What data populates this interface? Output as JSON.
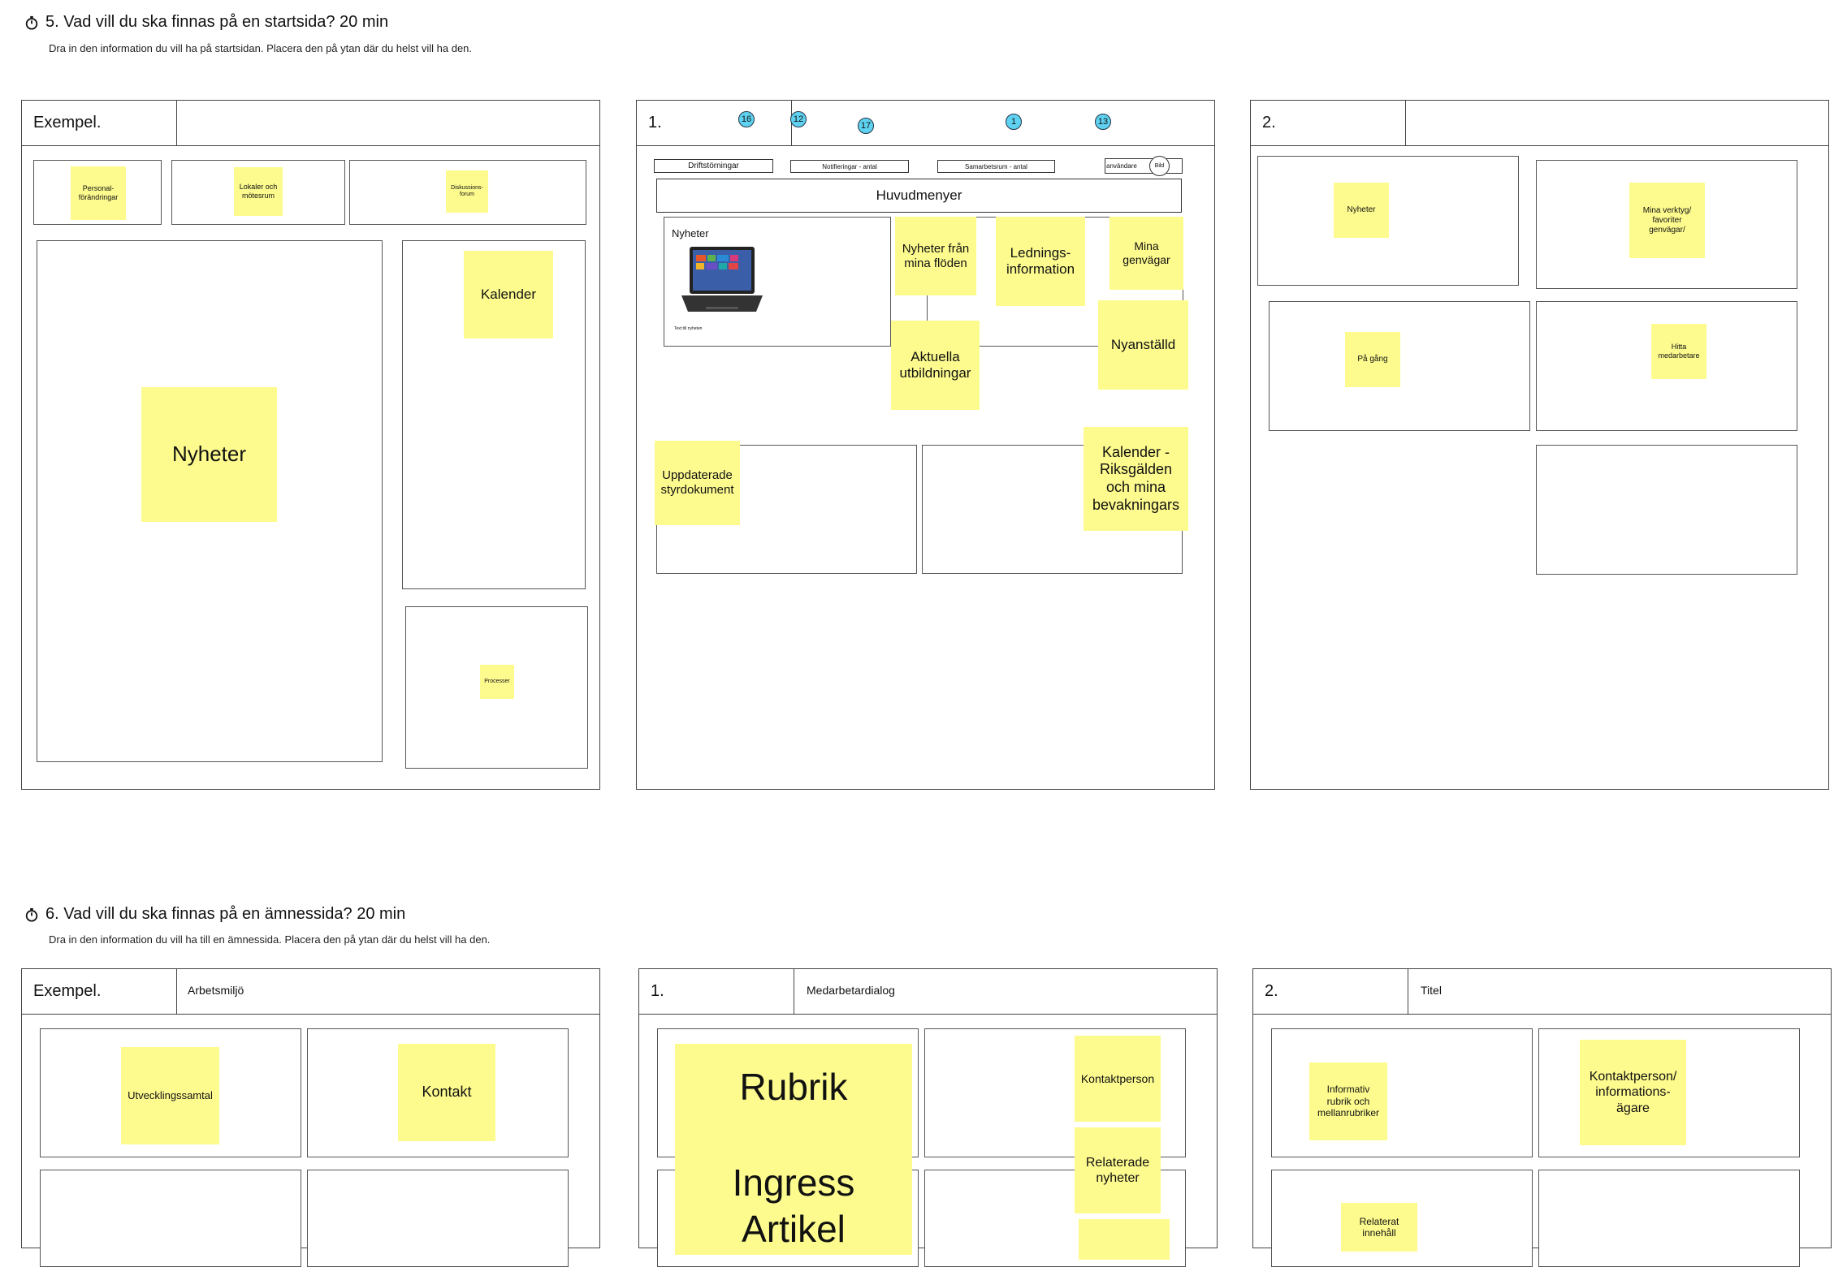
{
  "section5": {
    "title": "5. Vad vill du ska finnas på en startsida? 20 min",
    "subtitle": "Dra in den information du vill ha på startsidan. Placera den på ytan där du helst vill ha den.",
    "example": {
      "title": "Exempel.",
      "stickies": {
        "personal": "Personal-\nförändringar",
        "lokaler": "Lokaler och\nmötesrum",
        "diskussion": "Diskussions-\nforum",
        "kalender": "Kalender",
        "nyheter": "Nyheter",
        "processer": "Processer"
      }
    },
    "board1": {
      "title": "1.",
      "votes": [
        "16",
        "12",
        "17",
        "1",
        "13"
      ],
      "top_boxes": {
        "drift": "Driftstörningar",
        "notis": "Notifieringar - antal",
        "samarbete": "Samarbetsrum - antal",
        "anvandare": "användare",
        "bild": "Bild"
      },
      "menu": "Huvudmenyer",
      "news_label": "Nyheter",
      "news_caption": "Text till nyheten",
      "stickies": {
        "flode": "Nyheter från\nmina flöden",
        "ledning": "Lednings-\ninformation",
        "genvagar": "Mina\ngenvägar",
        "utbildningar": "Aktuella\nutbildningar",
        "nyanstalld": "Nyanställd",
        "styrdokument": "Uppdaterade\nstyrdokument",
        "kalender": "Kalender -\nRiksgälden\noch mina\nbevakningars"
      }
    },
    "board2": {
      "title": "2.",
      "stickies": {
        "nyheter": "Nyheter",
        "verktyg": "Mina verktyg/\nfavoriter\ngenvägar/",
        "pagang": "På gång",
        "hitta": "Hitta\nmedarbetare"
      }
    }
  },
  "section6": {
    "title": "6. Vad vill du ska finnas på en ämnessida? 20 min",
    "subtitle": "Dra in den information du vill ha till en ämnessida. Placera den på ytan där du helst vill ha den.",
    "example": {
      "title": "Exempel.",
      "header_field": "Arbetsmiljö",
      "stickies": {
        "utveckling": "Utvecklingssamtal",
        "kontakt": "Kontakt"
      }
    },
    "board1": {
      "title": "1.",
      "header_field": "Medarbetardialog",
      "stickies": {
        "rubrik": "Rubrik",
        "ingress": "Ingress\nArtikel",
        "kontaktperson": "Kontaktperson",
        "relaterade": "Relaterade\nnyheter"
      }
    },
    "board2": {
      "title": "2.",
      "header_field": "Titel",
      "stickies": {
        "informativ": "Informativ\nrubrik och\nmellanrubriker",
        "kontaktperson": "Kontaktperson/\ninformations-\nägare",
        "relaterat": "Relaterat\ninnehåll"
      }
    }
  }
}
